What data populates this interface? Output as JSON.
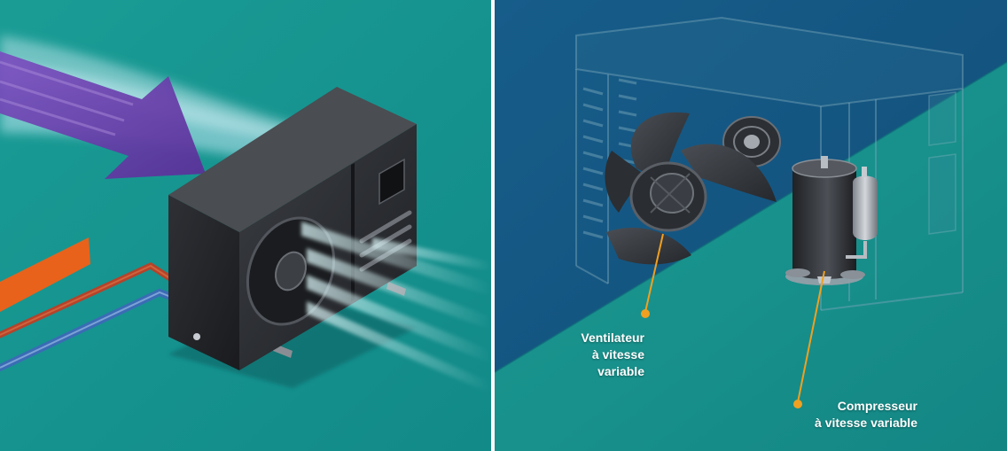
{
  "colors": {
    "teal": "#1f9a95",
    "teal_dark": "#0e6f78",
    "navy": "#145a86",
    "unit_dark": "#2a2c30",
    "purple_arrow": "#6a3aa6",
    "orange_accent": "#e96b1c",
    "leader_line": "#f0a020",
    "pipe_red": "#c44a2a",
    "pipe_blue": "#3d6fb8"
  },
  "icons": [
    "heat-pump-unit-icon",
    "fan-blade-icon",
    "compressor-icon",
    "airflow-arrow-icon"
  ],
  "labels": {
    "fan_line1": "Ventilateur",
    "fan_line2": "à vitesse variable",
    "compressor_line1": "Compresseur",
    "compressor_line2": "à vitesse variable"
  }
}
